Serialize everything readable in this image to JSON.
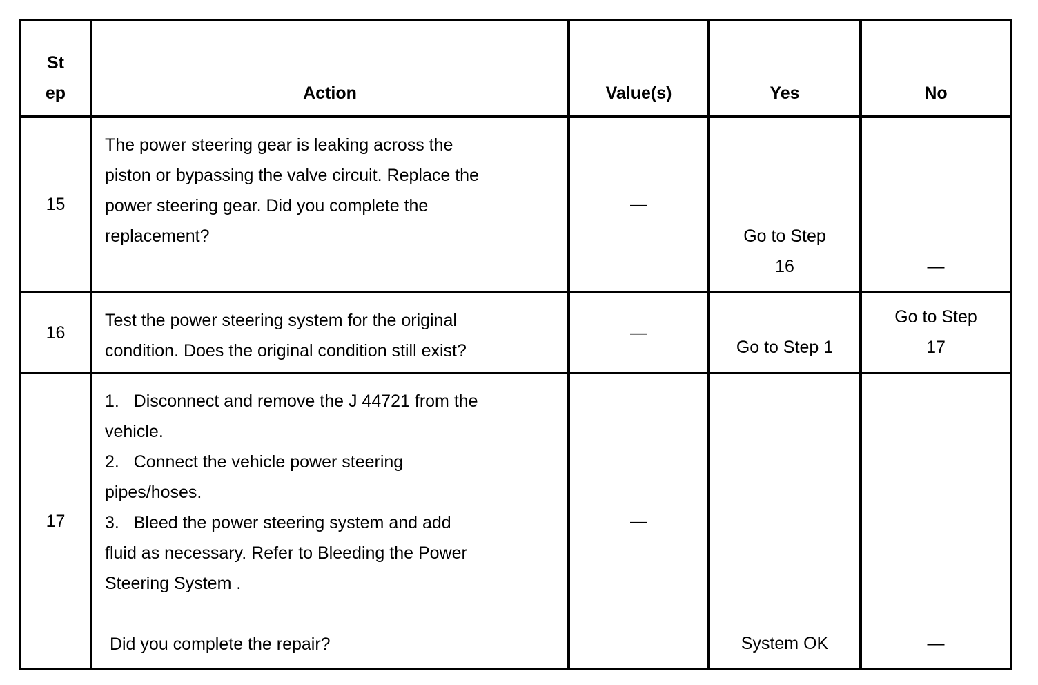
{
  "page": {
    "background_color": "#ffffff",
    "text_color": "#000000",
    "border_color": "#000000"
  },
  "table": {
    "header": {
      "step_lines": [
        "St",
        "ep"
      ],
      "action": "Action",
      "values": "Value(s)",
      "yes": "Yes",
      "no": "No"
    },
    "rows": [
      {
        "step": "15",
        "action_lines": [
          "The power steering gear is leaking across the",
          "piston or bypassing the valve circuit. Replace the",
          "power steering gear. Did you complete the",
          "replacement?"
        ],
        "value": "—",
        "yes_lines": [
          "Go to Step",
          "16"
        ],
        "no_lines": [
          "—"
        ]
      },
      {
        "step": "16",
        "action_lines": [
          "Test the power steering system for the original",
          "condition. Does the original condition still exist?"
        ],
        "value": "—",
        "yes_lines": [
          "Go to Step 1"
        ],
        "no_lines": [
          "Go to Step",
          "17"
        ]
      },
      {
        "step": "17",
        "action_lines": [
          "1.   Disconnect and remove the J 44721 from the",
          "vehicle.",
          "2.   Connect the vehicle power steering",
          "pipes/hoses.",
          "3.   Bleed the power steering system and add",
          "fluid as necessary. Refer to Bleeding the Power",
          "Steering System .",
          "",
          " Did you complete the repair?"
        ],
        "value": "—",
        "yes_lines": [
          "System OK"
        ],
        "no_lines": [
          "—"
        ]
      }
    ]
  }
}
